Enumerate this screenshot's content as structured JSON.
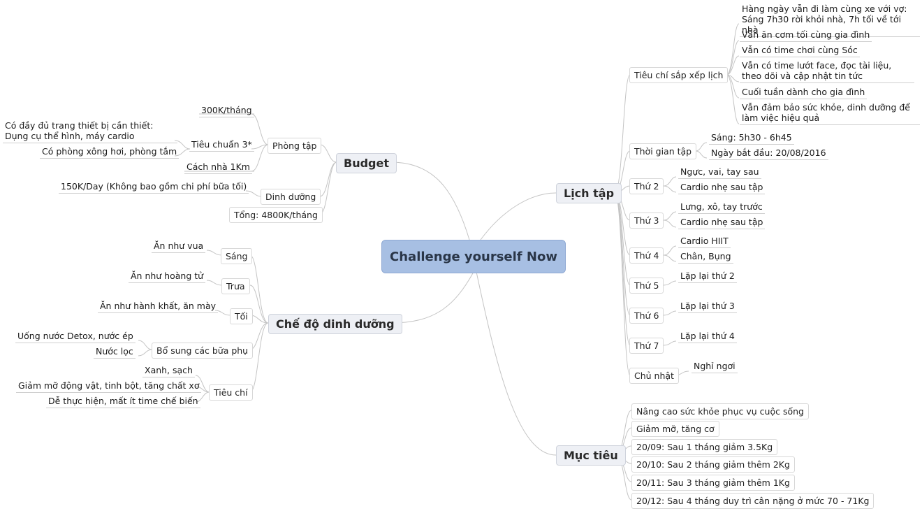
{
  "center": "Challenge yourself Now",
  "budget": {
    "title": "Budget",
    "gym": {
      "label": "Phòng tập",
      "price": "300K/tháng",
      "standard": "Tiêu chuẩn 3*",
      "std1": "Có đầy đủ trang thiết bị cần thiết: Dụng cụ thể hình, máy cardio",
      "std2": "Có phòng xông hơi, phòng tắm",
      "distance": "Cách nhà 1Km"
    },
    "nutrition": {
      "label": "Dinh dưỡng",
      "cost": "150K/Day (Không bao gồm chi phí bữa tối)"
    },
    "total": "Tổng: 4800K/tháng"
  },
  "diet": {
    "title": "Chế độ dinh dưỡng",
    "morning": {
      "label": "Sáng",
      "note": "Ăn như vua"
    },
    "noon": {
      "label": "Trưa",
      "note": "Ăn như hoàng tử"
    },
    "evening": {
      "label": "Tối",
      "note": "Ăn như hành khất, ăn mày"
    },
    "extra": {
      "label": "Bổ sung các bữa phụ",
      "n1": "Uống nước Detox, nước ép",
      "n2": "Nước lọc"
    },
    "criteria": {
      "label": "Tiêu chí",
      "c1": "Xanh, sạch",
      "c2": "Giảm mỡ động vật, tinh bột, tăng chất xơ",
      "c3": "Dễ thực hiện, mất ít time chế biến"
    }
  },
  "schedule": {
    "title": "Lịch tập",
    "criteria": {
      "label": "Tiêu chí sắp xếp lịch",
      "c1": "Hàng ngày vẫn đi làm cùng xe với vợ: Sáng 7h30 rời khỏi nhà, 7h tối về tới nhà",
      "c2": "Vẫn ăn cơm tối cùng gia đình",
      "c3": "Vẫn có time chơi cùng Sóc",
      "c4": "Vẫn có time lướt face, đọc tài liệu, theo dõi và cập nhật tin tức",
      "c5": "Cuối tuần dành cho gia đình",
      "c6": "Vẫn đảm bảo sức khỏe, dinh dưỡng để làm việc hiệu quả"
    },
    "time": {
      "label": "Thời gian tập",
      "t1": "Sáng: 5h30 - 6h45",
      "t2": "Ngày bắt đầu: 20/08/2016"
    },
    "mon": {
      "label": "Thứ 2",
      "a": "Ngực, vai, tay sau",
      "b": "Cardio nhẹ sau tập"
    },
    "tue": {
      "label": "Thứ 3",
      "a": "Lưng, xô, tay trước",
      "b": "Cardio nhẹ sau tập"
    },
    "wed": {
      "label": "Thứ 4",
      "a": "Cardio HIIT",
      "b": "Chân, Bụng"
    },
    "thu": {
      "label": "Thứ 5",
      "a": "Lặp lại thứ 2"
    },
    "fri": {
      "label": "Thứ 6",
      "a": "Lặp lại thứ 3"
    },
    "sat": {
      "label": "Thứ 7",
      "a": "Lặp lại thứ 4"
    },
    "sun": {
      "label": "Chủ nhật",
      "a": "Nghỉ ngơi"
    }
  },
  "goals": {
    "title": "Mục tiêu",
    "g1": "Nâng cao sức khỏe phục vụ cuộc sống",
    "g2": "Giảm mỡ, tăng cơ",
    "g3": "20/09: Sau 1 tháng giảm 3.5Kg",
    "g4": "20/10: Sau 2 tháng giảm thêm 2Kg",
    "g5": "20/11: Sau 3 tháng giảm thêm 1Kg",
    "g6": "20/12: Sau 4 tháng duy trì cân nặng ở mức 70 - 71Kg"
  }
}
